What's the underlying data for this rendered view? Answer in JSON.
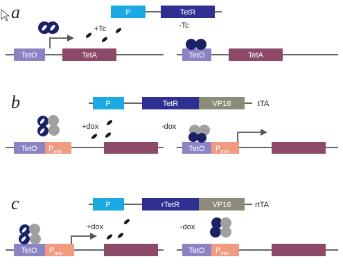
{
  "panels": [
    {
      "letter": "a",
      "top": {
        "p": "P",
        "repressor": "TetR",
        "extra": "",
        "product": ""
      },
      "left": {
        "tag": "+Tc",
        "operator": "TetO",
        "gene": "TetA"
      },
      "right": {
        "tag": "-Tc",
        "operator": "TetO",
        "gene": "TetA"
      }
    },
    {
      "letter": "b",
      "top": {
        "p": "P",
        "repressor": "TetR",
        "extra": "VP16",
        "product": "tTA"
      },
      "left": {
        "tag": "+dox",
        "operator": "TetO",
        "promoter": "P",
        "promoter_sub": "min"
      },
      "right": {
        "tag": "-dox",
        "operator": "TetO",
        "promoter": "P",
        "promoter_sub": "min"
      }
    },
    {
      "letter": "c",
      "top": {
        "p": "P",
        "repressor": "rTetR",
        "extra": "VP16",
        "product": "rtTA"
      },
      "left": {
        "tag": "+dox",
        "operator": "TetO",
        "promoter": "P",
        "promoter_sub": "min"
      },
      "right": {
        "tag": "-dox",
        "operator": "TetO",
        "promoter": "P",
        "promoter_sub": "min"
      }
    }
  ],
  "colors": {
    "promoter_box": "#1aa9e0",
    "tetr_box": "#2e3192",
    "vp16_box": "#8c8c78",
    "teto_box": "#8a84c4",
    "tetA_box": "#8c4a68",
    "pmin_box": "#f09a80",
    "repressor_dark": "#1b2166",
    "activator_gray": "#a0a0a0",
    "drug": "#1a1a1a",
    "line": "#333333",
    "arrow": "#555555"
  }
}
